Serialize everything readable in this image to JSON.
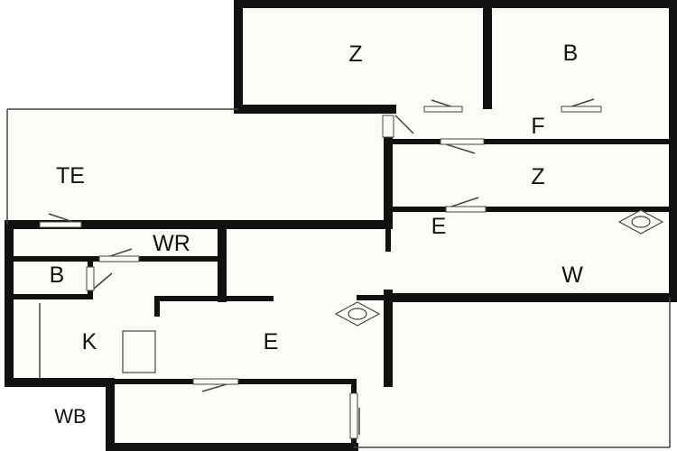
{
  "floorplan": {
    "fill_color": "#fdfdf8",
    "wall_color": "#111111",
    "thin_line_color": "#444444",
    "labels": {
      "room_z_top": "Z",
      "room_b_top": "B",
      "room_f": "F",
      "room_te": "TE",
      "room_z_mid": "Z",
      "room_e_mid": "E",
      "room_wr": "WR",
      "room_b_left": "B",
      "room_w": "W",
      "room_k": "K",
      "room_e_bottom": "E",
      "room_overlap_bottom_left": "WB"
    },
    "fixtures": {
      "sink_icon_right": "sink-icon",
      "sink_icon_center": "sink-icon",
      "kitchen_counter": "kitchen-counter"
    }
  }
}
